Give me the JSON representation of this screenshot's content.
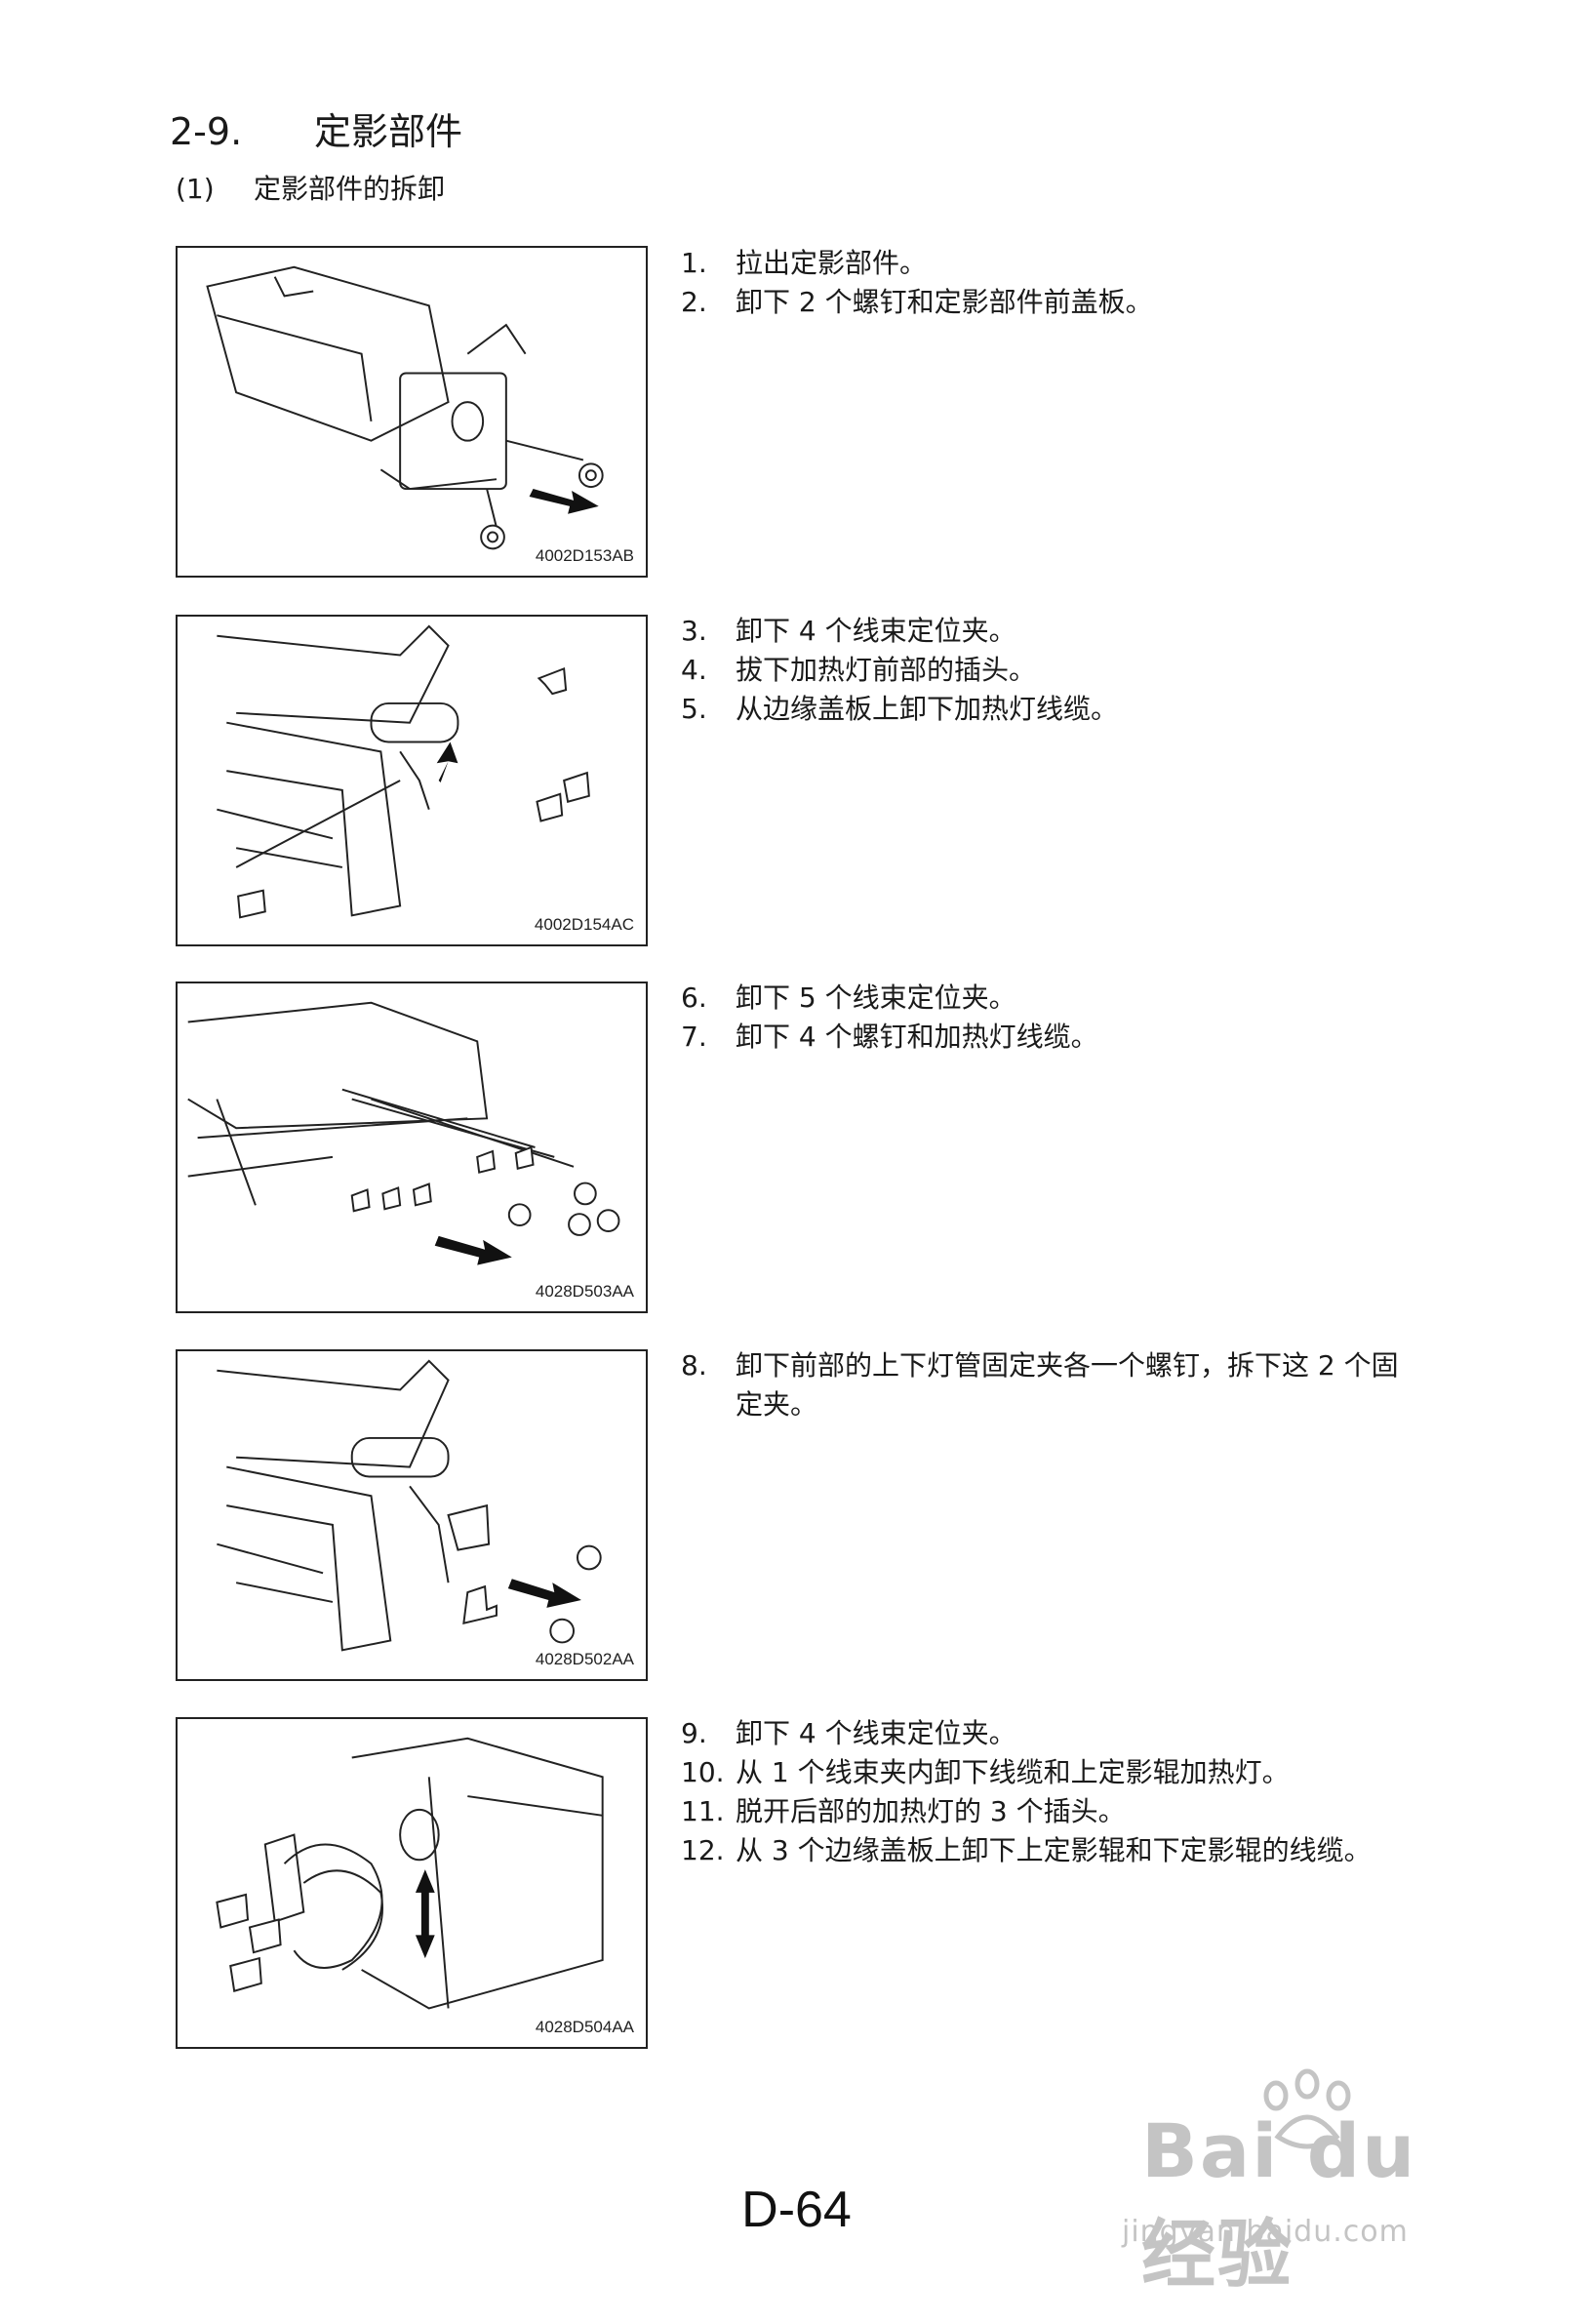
{
  "section": {
    "number": "2-9.",
    "title": "定影部件"
  },
  "subsection": {
    "number": "(1)",
    "title": "定影部件的拆卸"
  },
  "figures": [
    {
      "code": "4002D153AB",
      "steps": [
        {
          "num": "1.",
          "text": "拉出定影部件。"
        },
        {
          "num": "2.",
          "text": "卸下 2 个螺钉和定影部件前盖板。"
        }
      ]
    },
    {
      "code": "4002D154AC",
      "steps": [
        {
          "num": "3.",
          "text": "卸下 4 个线束定位夹。"
        },
        {
          "num": "4.",
          "text": "拔下加热灯前部的插头。"
        },
        {
          "num": "5.",
          "text": "从边缘盖板上卸下加热灯线缆。"
        }
      ]
    },
    {
      "code": "4028D503AA",
      "steps": [
        {
          "num": "6.",
          "text": "卸下 5 个线束定位夹。"
        },
        {
          "num": "7.",
          "text": "卸下 4 个螺钉和加热灯线缆。"
        }
      ]
    },
    {
      "code": "4028D502AA",
      "steps": [
        {
          "num": "8.",
          "text": "卸下前部的上下灯管固定夹各一个螺钉，拆下这 2 个固定夹。"
        }
      ]
    },
    {
      "code": "4028D504AA",
      "steps": [
        {
          "num": "9.",
          "text": "卸下 4 个线束定位夹。"
        },
        {
          "num": "10.",
          "text": "从 1 个线束夹内卸下线缆和上定影辊加热灯。"
        },
        {
          "num": "11.",
          "text": "脱开后部的加热灯的 3 个插头。"
        },
        {
          "num": "12.",
          "text": "从 3 个边缘盖板上卸下上定影辊和下定影辊的线缆。"
        }
      ]
    }
  ],
  "page_number": "D-64",
  "watermark": {
    "logo": "Bai du 经验",
    "url": "jingyan.baidu.com"
  }
}
